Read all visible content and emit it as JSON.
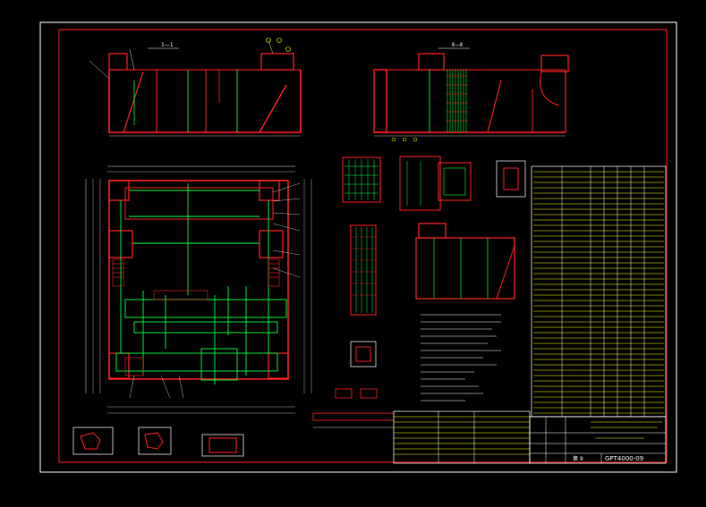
{
  "app": {
    "background_color": "#000000",
    "accent_colors": {
      "outer_frame": "#ffffff",
      "inner_frame": "#ff2020",
      "rebar": "#00ff40",
      "dimension": "#e0e0e0",
      "table_fill": "#ffff00",
      "text": "#ffffff"
    }
  },
  "drawing": {
    "section_1_label": "1—1",
    "section_2_label": "Ⅱ—Ⅱ",
    "title_block": {
      "drawing_number": "GPT4000-09",
      "sheet_label": "第 9"
    }
  }
}
